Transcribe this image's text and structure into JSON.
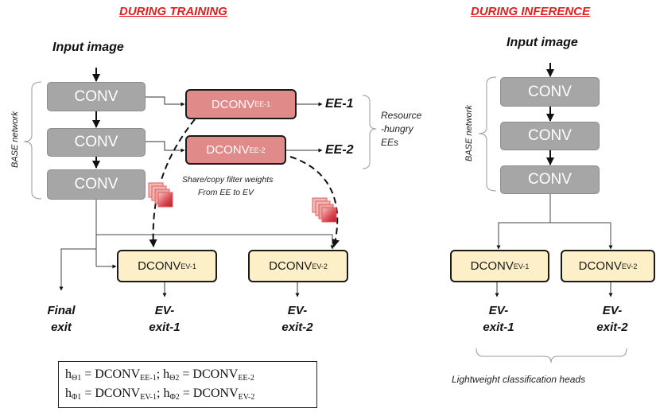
{
  "headings": {
    "training": "DURING TRAINING",
    "inference": "DURING INFERENCE"
  },
  "training": {
    "input_label": "Input image",
    "base_label": "BASE network",
    "conv_label": "CONV",
    "dconv_main": "DCONV",
    "ee1_sub": "EE-1",
    "ee2_sub": "EE-2",
    "ev1_sub": "EV-1",
    "ev2_sub": "EV-2",
    "ee1_exit": "EE-1",
    "ee2_exit": "EE-2",
    "resource_line1": "Resource",
    "resource_line2": "-hungry",
    "resource_line3": "EEs",
    "share_line1": "Share/copy filter weights",
    "share_line2": "From EE to EV",
    "final_exit_line1": "Final",
    "final_exit_line2": "exit",
    "ev_exit1_line1": "EV-",
    "ev_exit1_line2": "exit-1",
    "ev_exit2_line1": "EV-",
    "ev_exit2_line2": "exit-2"
  },
  "formula": {
    "h": "h",
    "theta1": "Θ1",
    "theta2": "Θ2",
    "phi1": "Φ1",
    "phi2": "Φ2",
    "eq": " = DCONV",
    "ee1": "EE-1",
    "ee2": "EE-2",
    "ev1": "EV-1",
    "ev2": "EV-2",
    "sep": ";  "
  },
  "inference": {
    "input_label": "Input image",
    "base_label": "BASE network",
    "conv_label": "CONV",
    "dconv_main": "DCONV",
    "ev1_sub": "EV-1",
    "ev2_sub": "EV-2",
    "ev_exit1_line1": "EV-",
    "ev_exit1_line2": "exit-1",
    "ev_exit2_line1": "EV-",
    "ev_exit2_line2": "exit-2",
    "heads_label": "Lightweight classification heads"
  },
  "colors": {
    "heading": "#e02020",
    "conv_fill": "#a6a6a6",
    "ee_fill": "#e08a8a",
    "ev_fill": "#fdf0c8",
    "weights_icon": "#d9474f"
  }
}
